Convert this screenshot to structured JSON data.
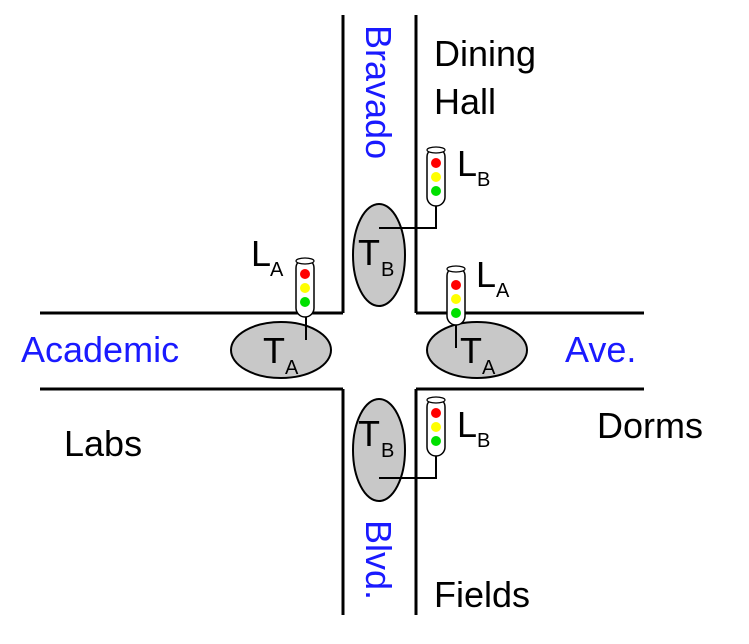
{
  "streets": {
    "vertical": {
      "top": "Bravado",
      "bottom": "Blvd."
    },
    "horizontal": {
      "left": "Academic",
      "right": "Ave."
    }
  },
  "places": {
    "top_right_line1": "Dining",
    "top_right_line2": "Hall",
    "bottom_left": "Labs",
    "right": "Dorms",
    "bottom_right": "Fields"
  },
  "sensors": {
    "ta_main": "T",
    "ta_sub": "A",
    "tb_main": "T",
    "tb_sub": "B"
  },
  "lights": {
    "la_main": "L",
    "la_sub": "A",
    "lb_main": "L",
    "lb_sub": "B"
  },
  "colors": {
    "street_text": "#1a1aff",
    "sensor_fill": "#c8c8c8",
    "light_red": "#ff0000",
    "light_yellow": "#ffff00",
    "light_green": "#00e000"
  }
}
